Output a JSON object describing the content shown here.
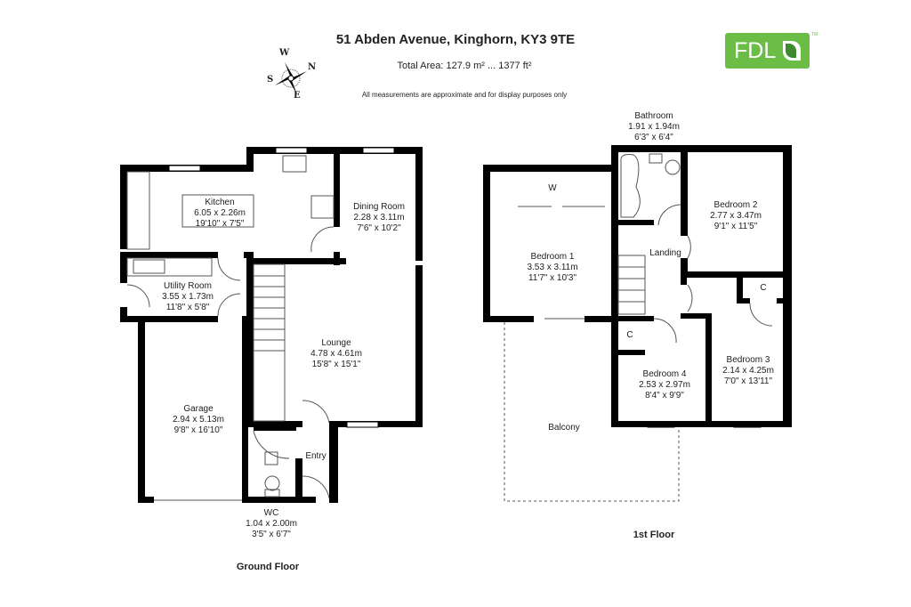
{
  "header": {
    "title": "51 Abden Avenue, Kinghorn, KY3 9TE",
    "total_area": "Total Area: 127.9 m² ... 1377 ft²",
    "disclaimer": "All measurements are approximate and for display purposes only",
    "logo": "FDL",
    "trademark": "TM"
  },
  "compass": {
    "n": "N",
    "s": "S",
    "e": "E",
    "w": "W"
  },
  "ground_floor": {
    "label": "Ground Floor",
    "rooms": {
      "kitchen": {
        "name": "Kitchen",
        "metric": "6.05 x 2.26m",
        "imperial": "19'10\" x 7'5\""
      },
      "dining": {
        "name": "Dining Room",
        "metric": "2.28 x 3.11m",
        "imperial": "7'6\" x 10'2\""
      },
      "utility": {
        "name": "Utility Room",
        "metric": "3.55 x 1.73m",
        "imperial": "11'8\" x 5'8\""
      },
      "lounge": {
        "name": "Lounge",
        "metric": "4.78 x 4.61m",
        "imperial": "15'8\" x 15'1\""
      },
      "garage": {
        "name": "Garage",
        "metric": "2.94 x 5.13m",
        "imperial": "9'8\" x 16'10\""
      },
      "entry": {
        "name": "Entry"
      },
      "wc": {
        "name": "WC",
        "metric": "1.04 x 2.00m",
        "imperial": "3'5\" x 6'7\""
      }
    }
  },
  "first_floor": {
    "label": "1st Floor",
    "rooms": {
      "bathroom": {
        "name": "Bathroom",
        "metric": "1.91 x 1.94m",
        "imperial": "6'3\" x 6'4\""
      },
      "bedroom1": {
        "name": "Bedroom 1",
        "metric": "3.53 x 3.11m",
        "imperial": "11'7\" x 10'3\""
      },
      "bedroom2": {
        "name": "Bedroom 2",
        "metric": "2.77 x 3.47m",
        "imperial": "9'1\" x 11'5\""
      },
      "bedroom3": {
        "name": "Bedroom 3",
        "metric": "2.14 x 4.25m",
        "imperial": "7'0\" x 13'11\""
      },
      "bedroom4": {
        "name": "Bedroom 4",
        "metric": "2.53 x 2.97m",
        "imperial": "8'4\" x 9'9\""
      },
      "landing": {
        "name": "Landing"
      },
      "wardrobe": {
        "name": "W"
      },
      "cupboard_a": {
        "name": "C"
      },
      "cupboard_b": {
        "name": "C"
      },
      "balcony": {
        "name": "Balcony"
      }
    }
  },
  "colors": {
    "wall": "#000000",
    "brand": "#6cbd45",
    "brand_dark": "#3f8a2e"
  }
}
